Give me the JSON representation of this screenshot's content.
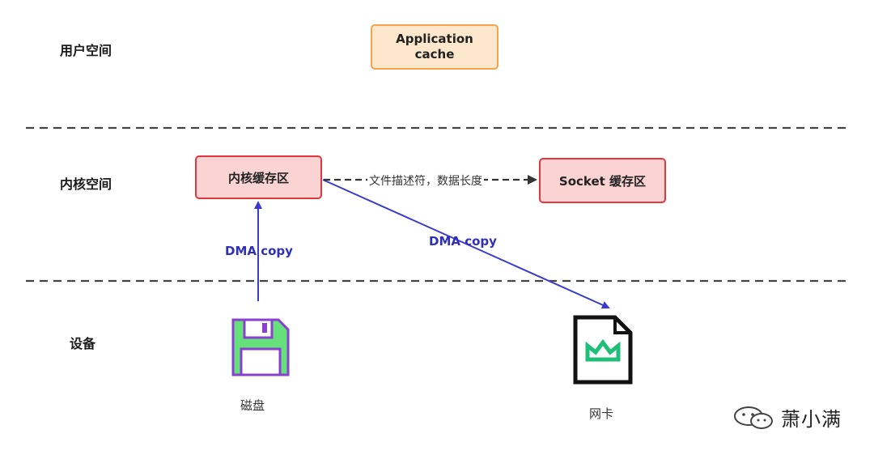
{
  "zones": {
    "user_space": "用户空间",
    "kernel_space": "内核空间",
    "devices": "设备"
  },
  "boxes": {
    "application_cache": "Application\ncache",
    "kernel_buffer": "内核缓存区",
    "socket_buffer": "Socket 缓存区"
  },
  "edges": {
    "fd_label": "文件描述符，数据长度",
    "dma_disk_label": "DMA copy",
    "dma_nic_label": "DMA copy"
  },
  "devices": {
    "disk_label": "磁盘",
    "nic_label": "网卡"
  },
  "watermark": "萧小满",
  "colors": {
    "app_cache_fill": "#fde7cc",
    "app_cache_border": "#f4a54b",
    "kernel_fill": "#fbd3d3",
    "kernel_border": "#e0383e",
    "dma_arrow": "#3b3bcc",
    "disk_green": "#66e07a",
    "disk_purple": "#8a3fd0",
    "nic_green": "#1fbf7a"
  }
}
